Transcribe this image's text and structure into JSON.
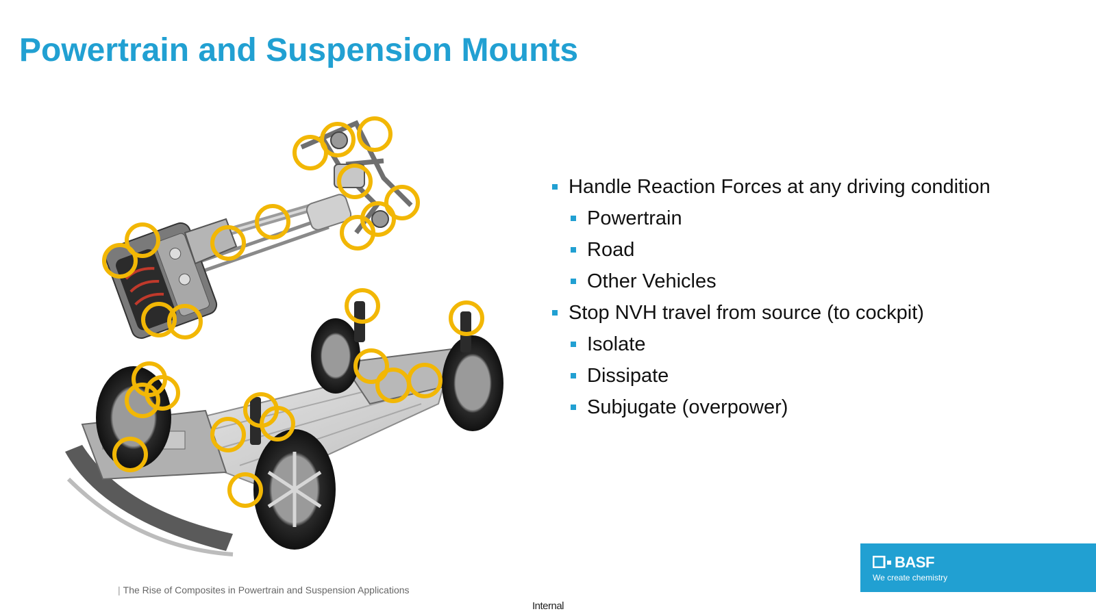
{
  "slide": {
    "title": "Powertrain and Suspension Mounts"
  },
  "bullets": [
    {
      "text": "Handle Reaction Forces at any driving condition",
      "level": 1
    },
    {
      "text": "Powertrain",
      "level": 2
    },
    {
      "text": "Road",
      "level": 2
    },
    {
      "text": "Other Vehicles",
      "level": 2
    },
    {
      "text": "Stop NVH travel from source (to cockpit)",
      "level": 1
    },
    {
      "text": "Isolate",
      "level": 2
    },
    {
      "text": "Dissipate",
      "level": 2
    },
    {
      "text": "Subjugate (overpower)",
      "level": 2
    }
  ],
  "footer": {
    "presentation_title": "The Rise of Composites in Powertrain and Suspension Applications",
    "classification": "Internal"
  },
  "logo": {
    "brand": "BASF",
    "tagline": "We create chemistry"
  },
  "colors": {
    "accent": "#21a0d2",
    "mount_highlight": "#f2b705"
  }
}
